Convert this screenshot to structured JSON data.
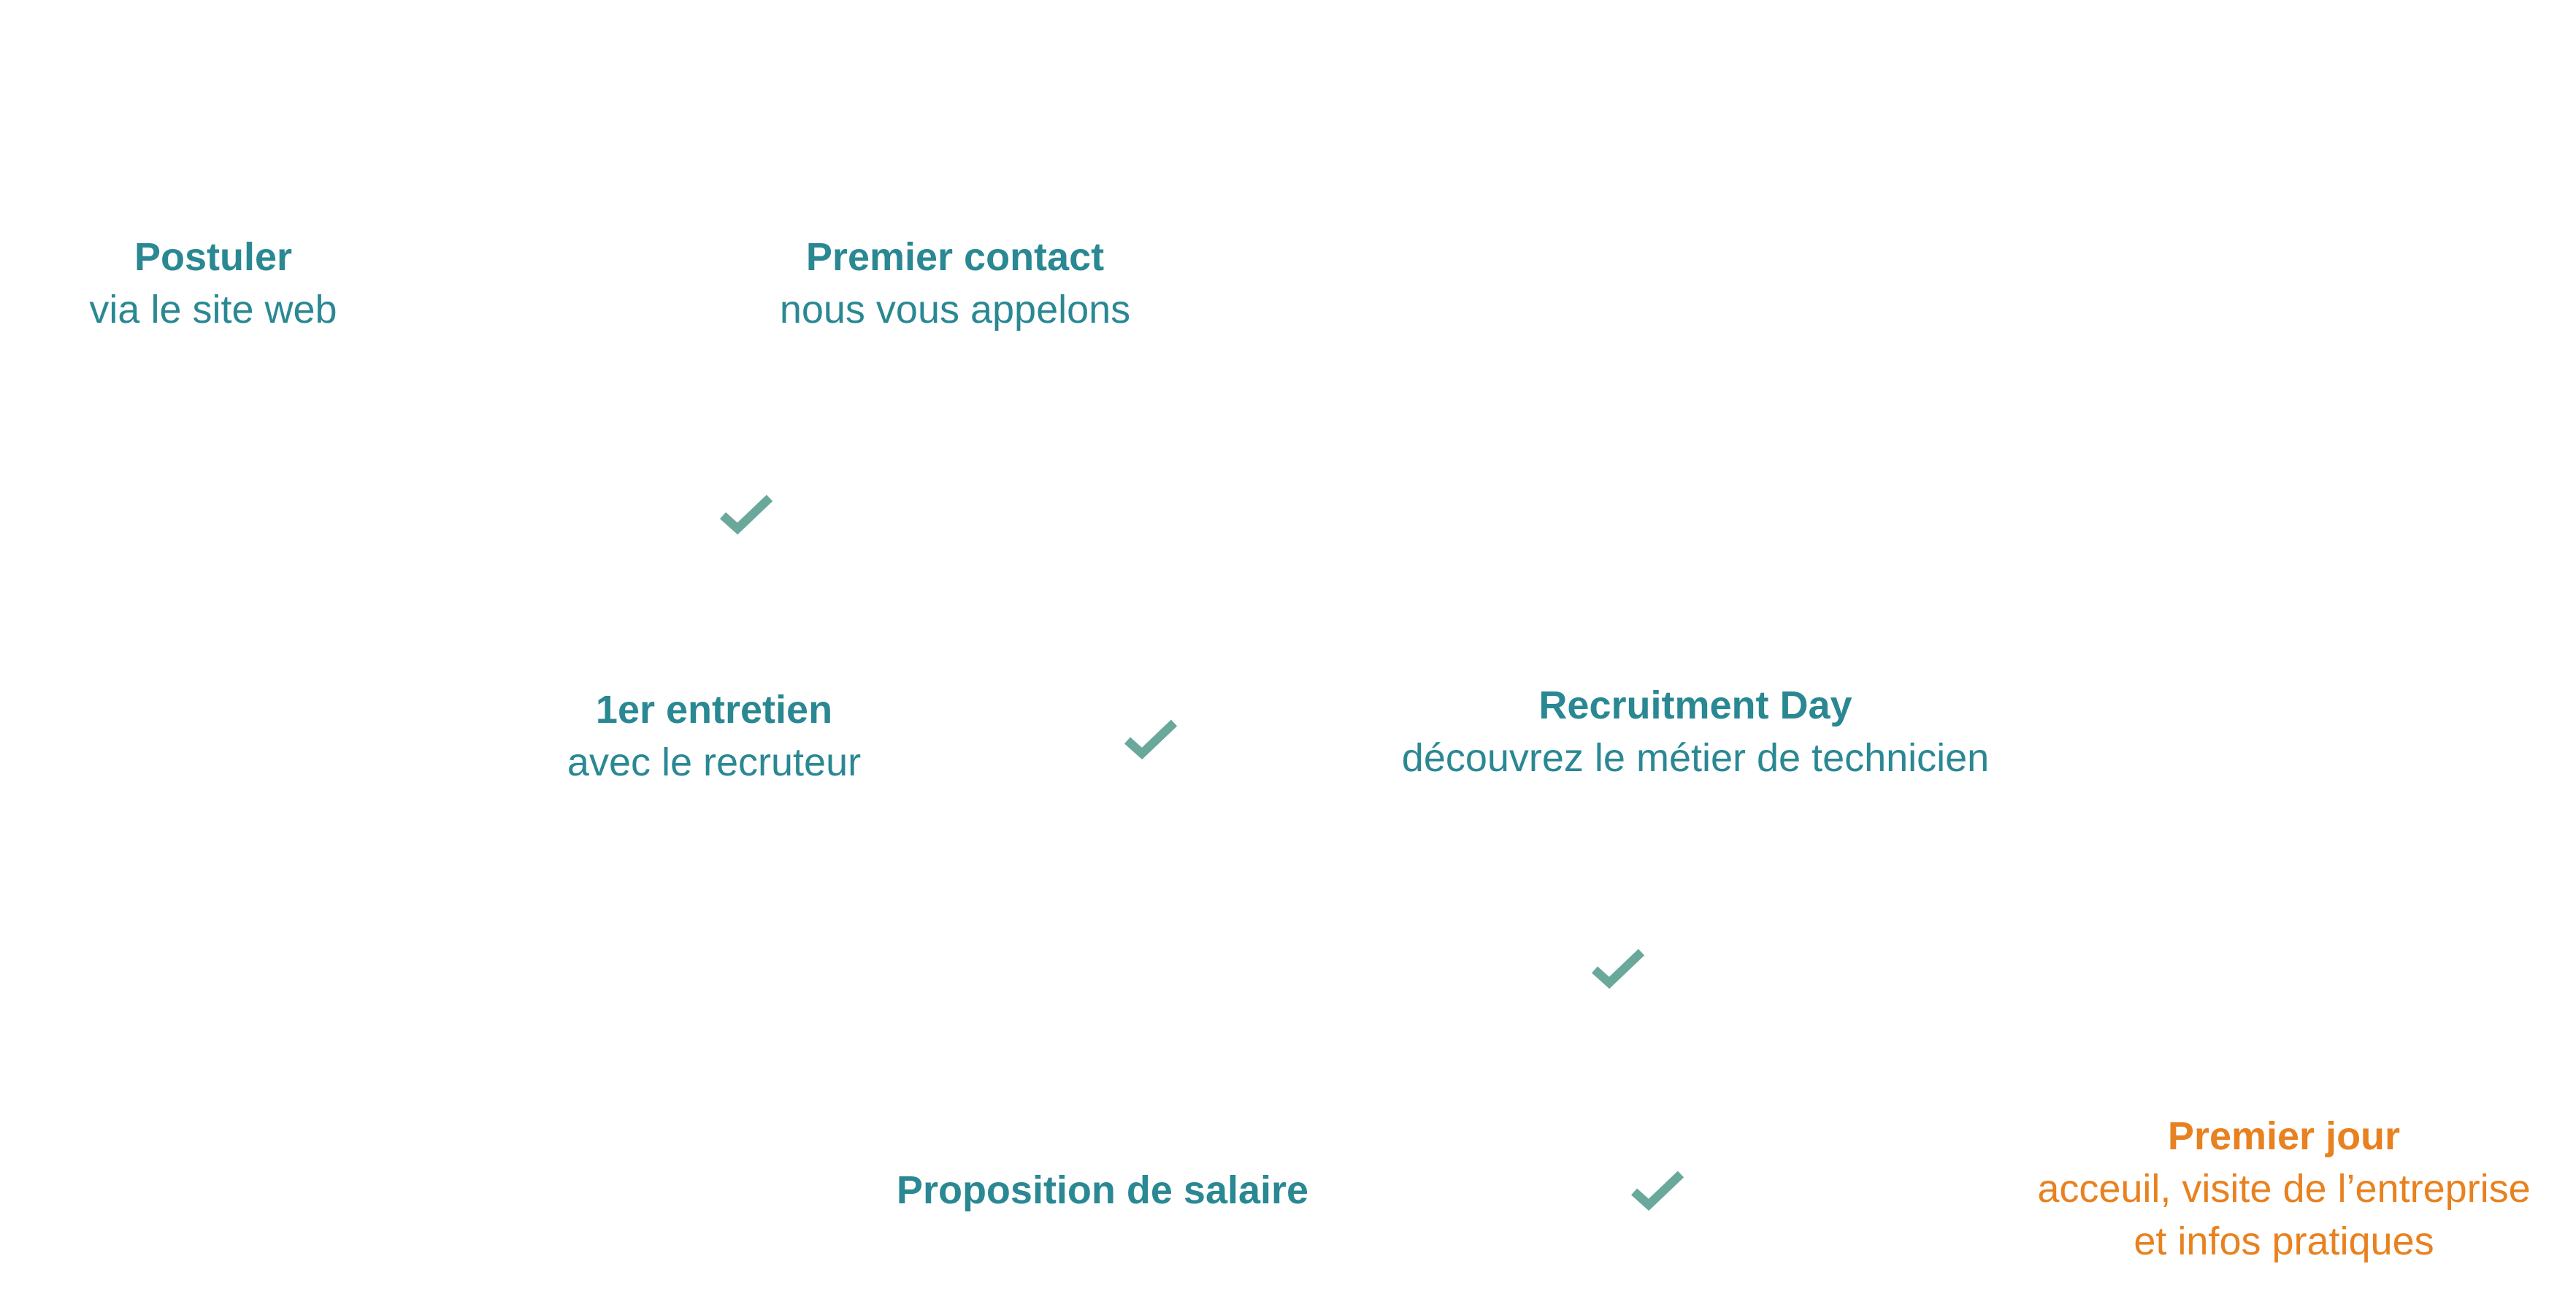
{
  "colors": {
    "primary": "#2a8893",
    "final": "#e8811f",
    "check": "#6aa89c"
  },
  "steps": [
    {
      "title": "Postuler",
      "subtitle": "via le site web"
    },
    {
      "title": "Premier contact",
      "subtitle": "nous vous appelons"
    },
    {
      "title": "1er entretien",
      "subtitle": "avec le recruteur"
    },
    {
      "title": "Recruitment Day",
      "subtitle": "découvrez le métier de technicien"
    },
    {
      "title": "Proposition de salaire"
    },
    {
      "title": "Premier jour",
      "subtitle_line1": "acceuil, visite de l’entreprise",
      "subtitle_line2": "et infos pratiques"
    }
  ],
  "checkmarks": [
    {
      "icon": "checkmark-icon",
      "state": "completed"
    },
    {
      "icon": "checkmark-icon",
      "state": "completed"
    },
    {
      "icon": "checkmark-icon",
      "state": "completed"
    },
    {
      "icon": "checkmark-icon",
      "state": "completed"
    }
  ]
}
